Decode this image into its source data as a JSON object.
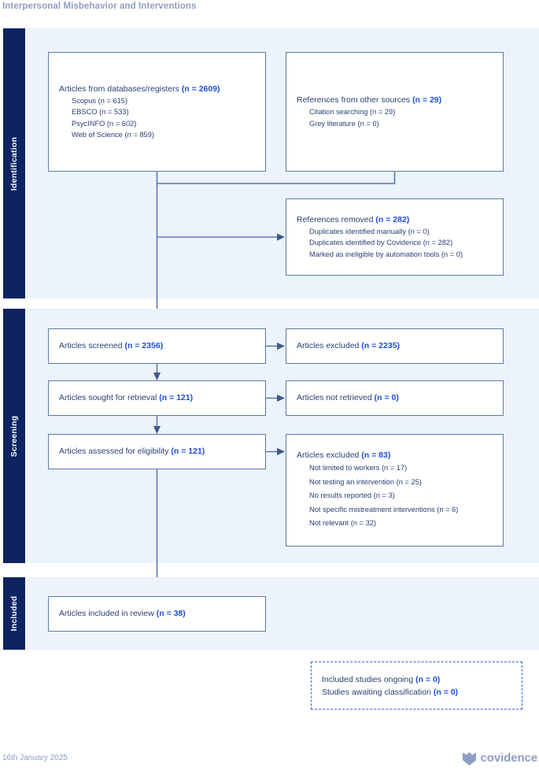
{
  "header": {
    "title": "Interpersonal Misbehavior and Interventions"
  },
  "stages": [
    {
      "key": "identification",
      "label": "Identification"
    },
    {
      "key": "screening",
      "label": "Screening"
    },
    {
      "key": "included",
      "label": "Included"
    }
  ],
  "nodes": {
    "databases": {
      "head_text": "Articles from databases/registers ",
      "head_count": "(n = 2609)",
      "subs": [
        "Scopus (n = 615)",
        "EBSCO (n = 533)",
        "PsycINFO (n = 602)",
        "Web of Science (n = 859)"
      ]
    },
    "other_sources": {
      "head_text": "References from other sources ",
      "head_count": "(n = 29)",
      "subs": [
        "Citation searching (n = 29)",
        "Grey literature (n = 0)"
      ]
    },
    "references_removed": {
      "head_text": "References removed ",
      "head_count": "(n = 282)",
      "subs": [
        "Duplicates identified manually (n = 0)",
        "Duplicates identified by Covidence (n = 282)",
        "Marked as ineligible by automation tools (n = 0)"
      ]
    },
    "articles_screened": {
      "head_text": "Articles screened ",
      "head_count": "(n = 2356)"
    },
    "articles_excluded_screening": {
      "head_text": "Articles excluded ",
      "head_count": "(n = 2235)"
    },
    "sought_retrieval": {
      "head_text": "Articles sought for retrieval ",
      "head_count": "(n = 121)"
    },
    "not_retrieved": {
      "head_text": "Articles not retrieved ",
      "head_count": "(n = 0)"
    },
    "assessed_eligibility": {
      "head_text": "Articles assessed for eligibility ",
      "head_count": "(n = 121)"
    },
    "articles_excluded_eligibility": {
      "head_text": "Articles excluded ",
      "head_count": "(n = 83)",
      "subs": [
        "Not limited to workers (n = 17)",
        "Not testing an intervention (n = 25)",
        "No results reported (n = 3)",
        "Not specific mistreatment interventions (n = 6)",
        "Not relevant (n = 32)"
      ]
    },
    "included_review": {
      "head_text": "Articles included in review ",
      "head_count": "(n = 38)"
    },
    "ongoing": {
      "line1_text": "Included studies ongoing ",
      "line1_count": "(n = 0)",
      "line2_text": "Studies awaiting classification ",
      "line2_count": "(n = 0)"
    }
  },
  "footer": {
    "date": "16th January 2025",
    "brand": "covidence"
  },
  "colors": {
    "panel_background": "#edf3fd",
    "stage_tab": "#0d2362",
    "box_border": "#5b79ad",
    "body_text": "#2a4073",
    "accent": "#1b4ed8",
    "muted": "#8e9ec4",
    "dashed_border": "#3f63c9"
  }
}
